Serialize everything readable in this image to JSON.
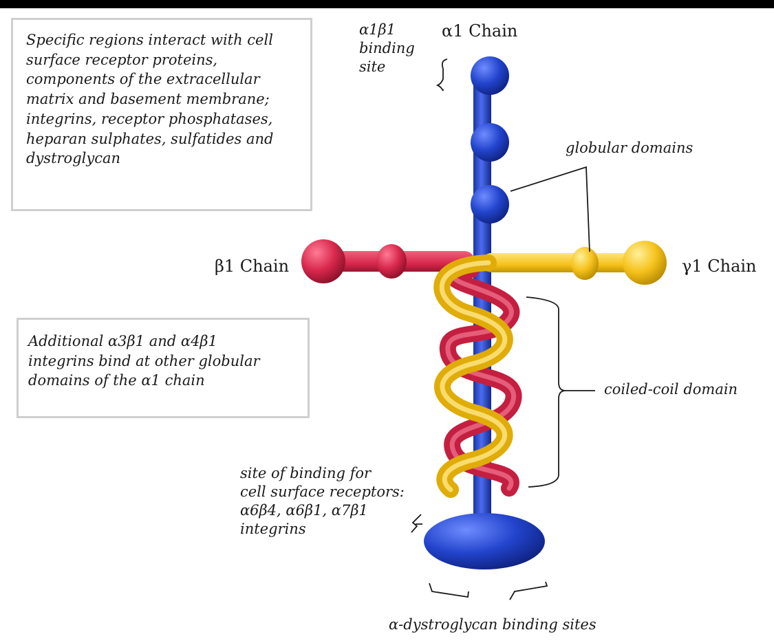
{
  "info_box_top": {
    "text": "Specific regions interact with cell\nsurface receptor proteins,\ncomponents of the extracellular\nmatrix and basement membrane;\nintegrins, receptor phosphatases,\nheparan sulphates, sulfatides and\ndystroglycan"
  },
  "info_box_bottom": {
    "text": "Additional α3β1 and α4β1\nintegrins bind at other globular\ndomains of the α1 chain"
  },
  "labels": {
    "alpha1_beta1_binding_site": "α1β1\nbinding\nsite",
    "alpha1_chain": "α1 Chain",
    "globular_domains": "globular domains",
    "beta1_chain": "β1 Chain",
    "gamma1_chain": "γ1 Chain",
    "coiled_coil_domain": "coiled-coil domain",
    "receptor_binding_site": "site of binding for\ncell surface receptors:\nα6β4, α6β1, α7β1\nintegrins",
    "dystroglycan_binding_sites": "α-dystroglycan binding sites"
  },
  "colors": {
    "alpha1_chain": "#2244cc",
    "beta1_chain": "#d8284c",
    "gamma1_chain": "#f5c21c",
    "box_border": "#cfcfcf"
  }
}
